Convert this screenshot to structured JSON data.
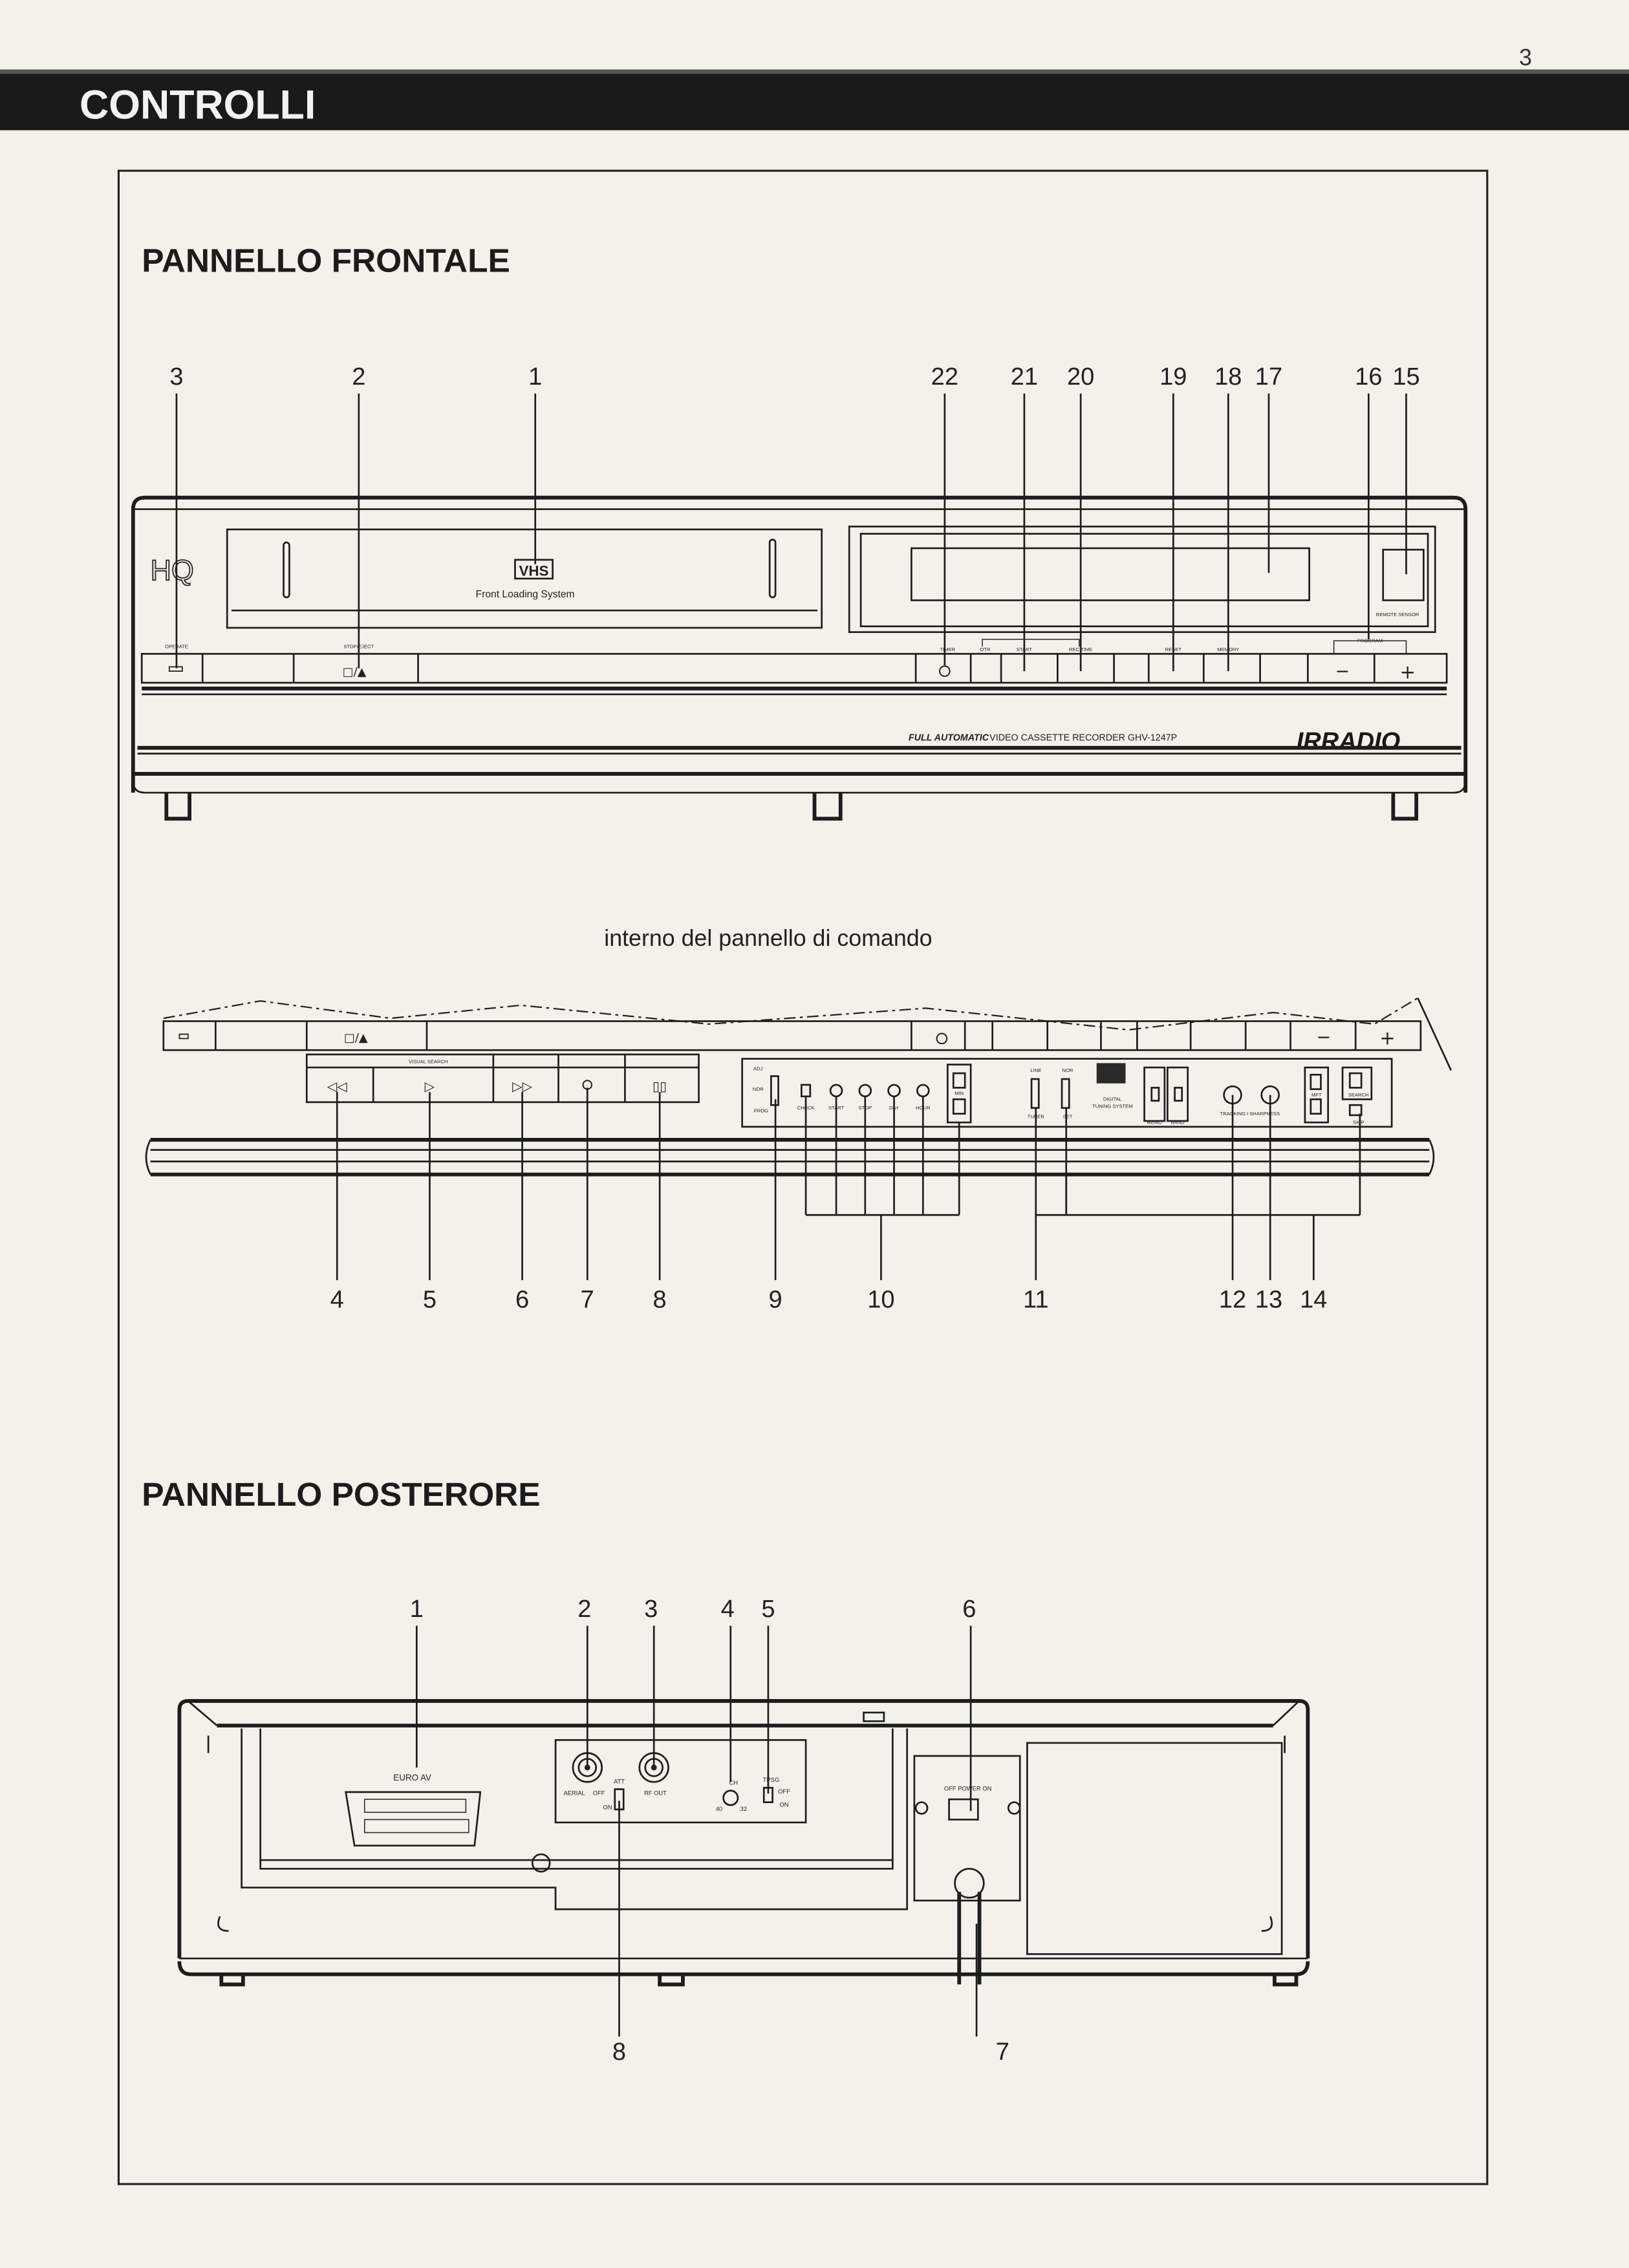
{
  "header": {
    "title": "CONTROLLI",
    "page_number": "3"
  },
  "front_panel": {
    "title": "PANNELLO FRONTALE",
    "callouts": [
      "3",
      "2",
      "1",
      "22",
      "21",
      "20",
      "19",
      "18",
      "17",
      "16",
      "15"
    ],
    "labels": {
      "hq": "HQ",
      "vhs": "VHS",
      "front_loading": "Front Loading System",
      "operate": "OPERATE",
      "stop_eject": "STOP/EJECT",
      "timer": "TIMER",
      "otr": "OTR",
      "start": "START",
      "rec_time": "REC TIME",
      "reset": "RESET",
      "memory": "MEMORY",
      "program": "PROGRAM",
      "remote_sensor": "REMOTE SENSOR",
      "full_automatic": "FULL AUTOMATIC",
      "model": "VIDEO CASSETTE RECORDER GHV-1247P",
      "brand": "IRRADIO",
      "minus": "−",
      "plus": "+",
      "eject_symbol": "□/▲"
    }
  },
  "inner_panel": {
    "title": "interno del pannello di comando",
    "callouts": [
      "4",
      "5",
      "6",
      "7",
      "8",
      "9",
      "10",
      "11",
      "12",
      "13",
      "14"
    ],
    "labels": {
      "visual_search": "VISUAL SEARCH",
      "adj": "ADJ",
      "nor": "NOR",
      "prog": "PROG",
      "check": "CHECK",
      "start": "START",
      "stop": "STOP",
      "day": "DAY",
      "hour": "HOUR",
      "min": "MIN",
      "line": "LINE",
      "tuner": "TUNER",
      "nor2": "NOR",
      "set": "SET",
      "digital_tuning": "DIGITAL",
      "tuning_system": "TUNING SYSTEM",
      "memo": "MEMO",
      "band": "BAND",
      "tracking_sharpness": "TRACKING I SHARPNESS",
      "mft": "MFT",
      "search": "SEARCH",
      "skip": "SKIP"
    }
  },
  "rear_panel": {
    "title": "PANNELLO POSTERORE",
    "callouts_top": [
      "1",
      "2",
      "3",
      "4",
      "5",
      "6"
    ],
    "callouts_bottom": [
      "8",
      "7"
    ],
    "labels": {
      "euro_av": "EURO AV",
      "aerial": "AERIAL",
      "off": "OFF",
      "att": "ATT",
      "on": "ON",
      "rf_out": "RF OUT",
      "ch": "CH",
      "ch40": "40",
      "ch32": "32",
      "tpsg": "TPSG",
      "off2": "OFF",
      "on2": "ON",
      "power": "OFF POWER ON"
    }
  }
}
